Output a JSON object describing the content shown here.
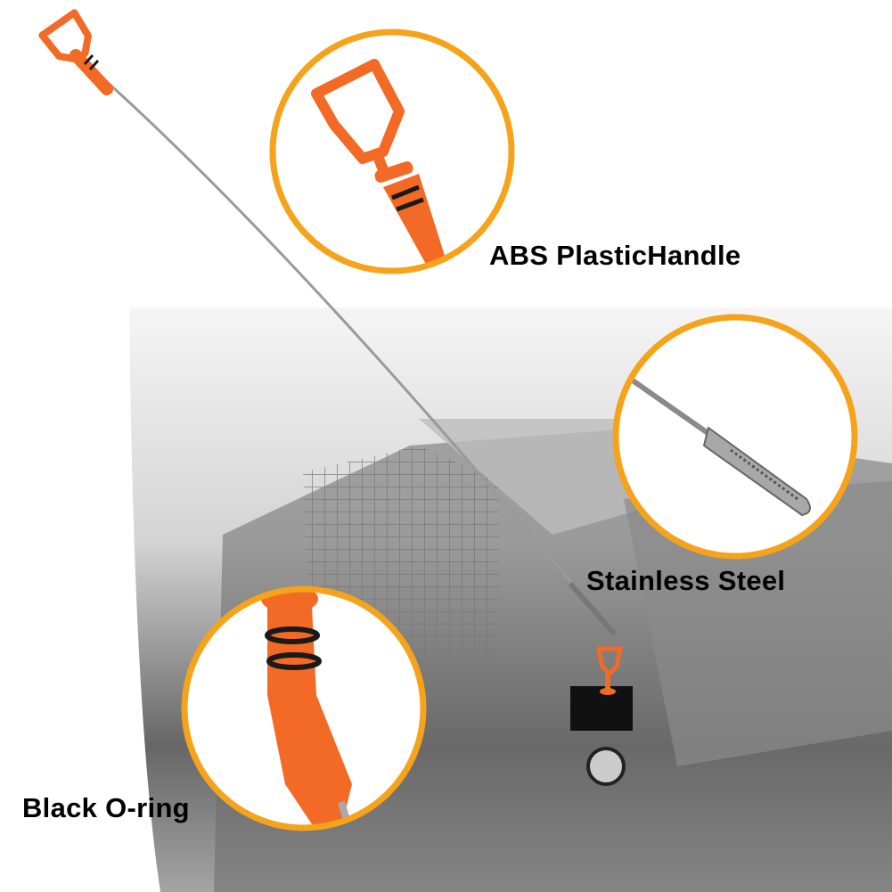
{
  "labels": {
    "handle": "ABS PlasticHandle",
    "steel": "Stainless Steel",
    "oring": "Black O-ring"
  },
  "colors": {
    "accent_ring": "#f5a31a",
    "handle_orange": "#f26a25",
    "oring_black": "#1a1a1a",
    "steel": "#9a9a9a"
  }
}
